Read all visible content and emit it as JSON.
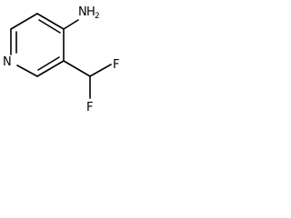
{
  "structure": {
    "atoms": {
      "ring_nitrogen": "N",
      "amine_n": "N",
      "amine_h": "H",
      "amine_h_count": "2",
      "fluorine_top": "F",
      "fluorine_bottom": "F"
    }
  },
  "colors": {
    "bond": "#000000",
    "label": "#000000",
    "background": "#ffffff"
  }
}
